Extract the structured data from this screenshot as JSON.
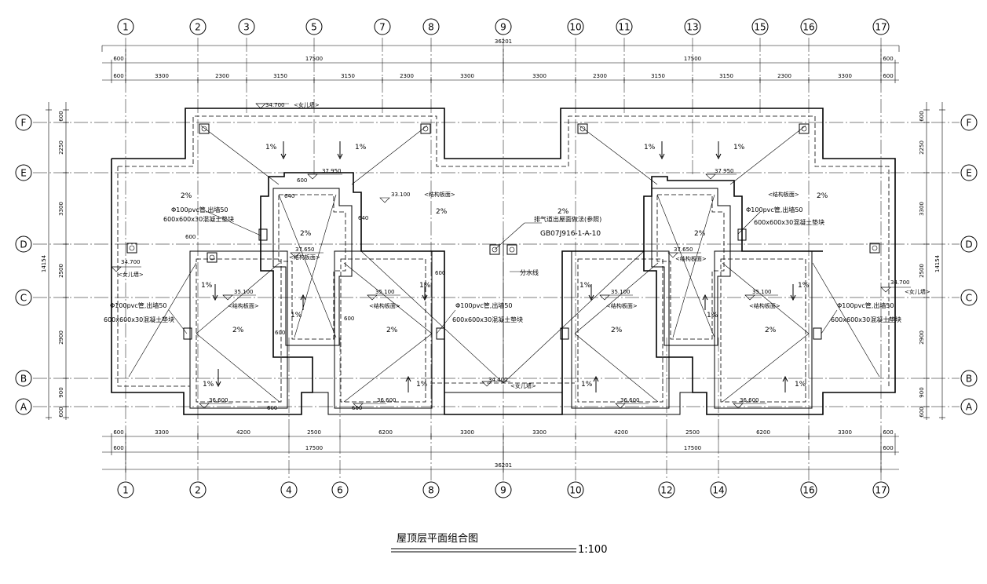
{
  "title": "屋顶层平面组合图",
  "scale": "1:100",
  "axes": {
    "top": [
      "1",
      "2",
      "3",
      "5",
      "7",
      "8",
      "9",
      "10",
      "11",
      "13",
      "15",
      "16",
      "17"
    ],
    "bottom": [
      "1",
      "2",
      "4",
      "6",
      "8",
      "9",
      "10",
      "12",
      "14",
      "16",
      "17"
    ],
    "rows": [
      "F",
      "E",
      "D",
      "C",
      "B",
      "A"
    ]
  },
  "dimensions": {
    "top_total": "36201",
    "top_half": [
      "17500",
      "17500"
    ],
    "top_ends": [
      "600",
      "600"
    ],
    "top_bays": [
      "600",
      "3300",
      "2300",
      "3150",
      "3150",
      "2300",
      "3300",
      "3300",
      "2300",
      "3150",
      "3150",
      "2300",
      "3300",
      "600"
    ],
    "bottom_bays": [
      "600",
      "3300",
      "4200",
      "2500",
      "6200",
      "3300",
      "3300",
      "4200",
      "2500",
      "6200",
      "3300",
      "600"
    ],
    "bottom_half": [
      "600",
      "17500",
      "17500",
      "600"
    ],
    "bottom_total": "36201",
    "left_segments": [
      "600",
      "2250",
      "3300",
      "2500",
      "2900",
      "900",
      "600"
    ],
    "right_segments": [
      "600",
      "2250",
      "3300",
      "2500",
      "2900",
      "900",
      "600"
    ],
    "left_total": "14154",
    "right_total": "14154"
  },
  "annotations": {
    "slope_1": "1%",
    "slope_2": "2%",
    "parapet": "<女儿墙>",
    "structure_slab": "<结构板面>",
    "elev_34700": "34.700",
    "elev_37950": "37.950",
    "elev_33100": "33.100",
    "elev_37650": "37.650",
    "elev_35100": "35.100",
    "elev_36600": "36.600",
    "elev_34400": "34.400",
    "pipe_note": "Φ100pvc管,出墙50",
    "block_note": "600x600x30混凝土垫块",
    "vent_note": "排气道出屋面做法(参照)",
    "vent_ref": "GB07J916-1-A-10",
    "divide_line": "分水线",
    "dim_600": "600",
    "dim_640": "640"
  }
}
